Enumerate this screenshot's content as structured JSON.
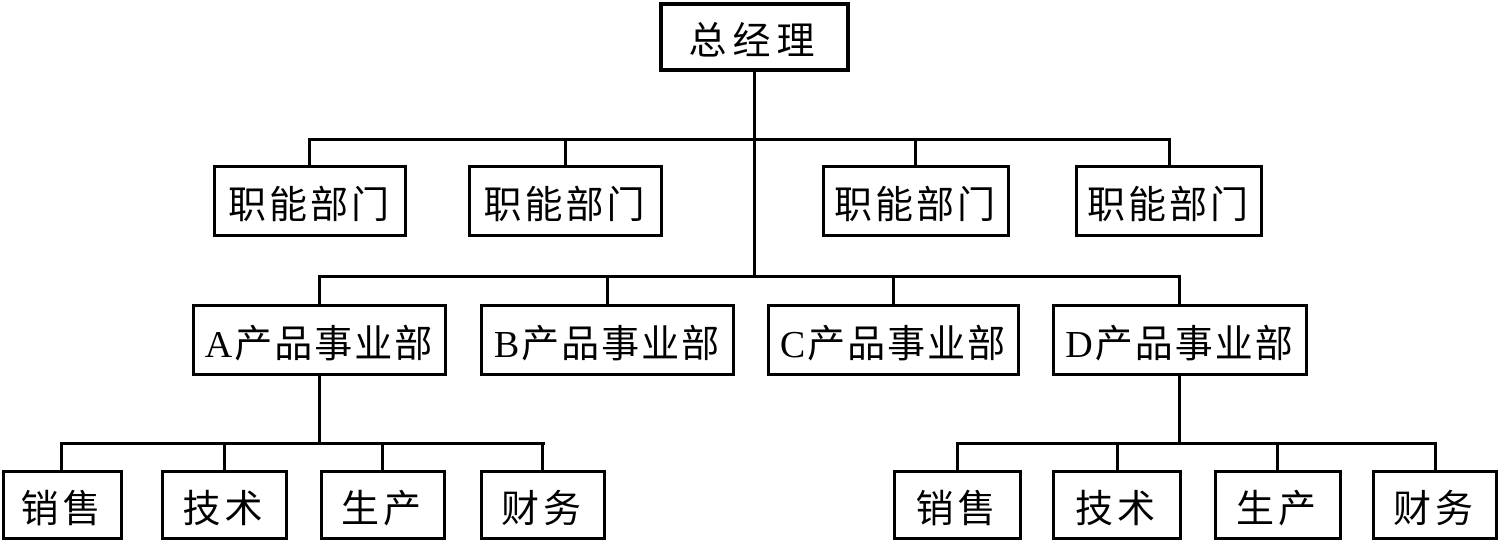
{
  "diagram": {
    "type": "org-chart",
    "colors": {
      "line": "#000000",
      "box_border": "#000000",
      "background": "#ffffff",
      "text": "#000000"
    },
    "root": {
      "label": "总经理"
    },
    "level2": [
      {
        "label": "职能部门"
      },
      {
        "label": "职能部门"
      },
      {
        "label": "职能部门"
      },
      {
        "label": "职能部门"
      }
    ],
    "level3": [
      {
        "label": "A产品事业部"
      },
      {
        "label": "B产品事业部"
      },
      {
        "label": "C产品事业部"
      },
      {
        "label": "D产品事业部"
      }
    ],
    "level4_left": [
      {
        "label": "销售"
      },
      {
        "label": "技术"
      },
      {
        "label": "生产"
      },
      {
        "label": "财务"
      }
    ],
    "level4_right": [
      {
        "label": "销售"
      },
      {
        "label": "技术"
      },
      {
        "label": "生产"
      },
      {
        "label": "财务"
      }
    ],
    "hierarchy_note": {
      "root_children": "4 functional departments and 4 product business units",
      "unit_a_children": "销售 技术 生产 财务",
      "unit_d_children": "销售 技术 生产 财务"
    }
  }
}
